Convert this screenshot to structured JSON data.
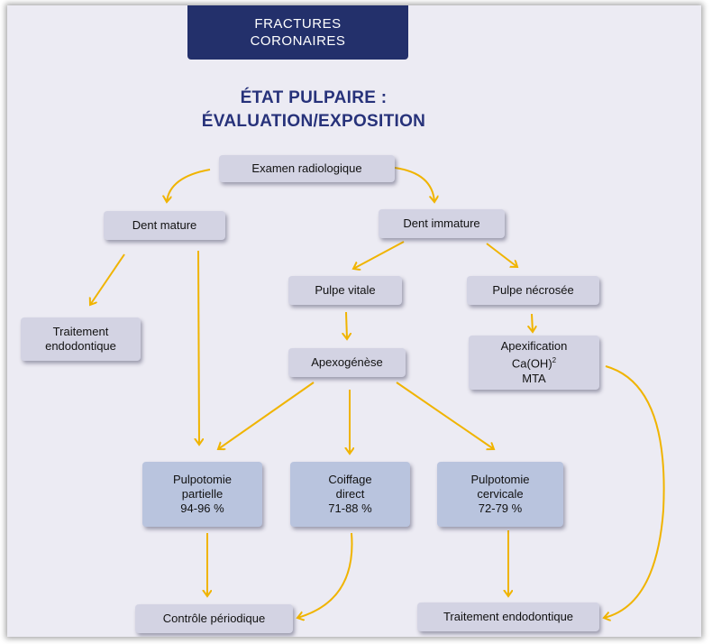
{
  "header": {
    "line1": "FRACTURES",
    "line2": "CORONAIRES"
  },
  "title": {
    "line1": "ÉTAT PULPAIRE :",
    "line2": "ÉVALUATION/EXPOSITION"
  },
  "nodes": {
    "examen": "Examen radiologique",
    "dent_mature": "Dent mature",
    "dent_immature": "Dent immature",
    "traitement_endo_1": {
      "line1": "Traitement",
      "line2": "endodontique"
    },
    "pulpe_vitale": "Pulpe vitale",
    "pulpe_necrosee": "Pulpe nécrosée",
    "apexogenese": "Apexogénèse",
    "apexification": {
      "line1": "Apexification",
      "line2": "Ca(OH)",
      "line2_sup": "2",
      "line3": "MTA"
    },
    "pulpotomie_partielle": {
      "line1": "Pulpotomie",
      "line2": "partielle",
      "line3": "94-96 %"
    },
    "coiffage_direct": {
      "line1": "Coiffage",
      "line2": "direct",
      "line3": "71-88 %"
    },
    "pulpotomie_cervicale": {
      "line1": "Pulpotomie",
      "line2": "cervicale",
      "line3": "72-79 %"
    },
    "controle": "Contrôle périodique",
    "traitement_endo_2": "Traitement endodontique"
  },
  "colors": {
    "arrow": "#f0b400",
    "header_bg": "#23306b",
    "title": "#27327a",
    "node_bg": "#d3d3e3",
    "node_blue_bg": "#b9c4de"
  }
}
